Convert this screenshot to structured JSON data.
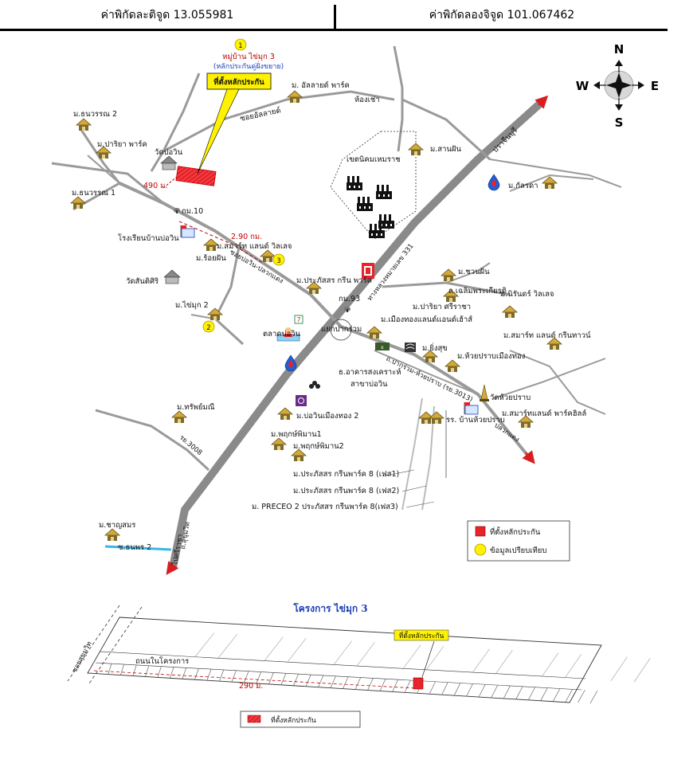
{
  "coords": {
    "lat_label": "ค่าพิกัดละติจูด 13.055981",
    "lon_label": "ค่าพิกัดลองจิจูด 101.067462"
  },
  "compass": {
    "n": "N",
    "s": "S",
    "e": "E",
    "w": "W"
  },
  "marker_1": "1",
  "marker_2": "2",
  "marker_3": "3",
  "callout": {
    "project": "หมู่บ้าน ไข่มุก 3",
    "note": "(หลักประกันคู่ฝั่งขยาย)",
    "box": "ที่ตั้งหลักประกัน"
  },
  "labels": {
    "tanawan2": "ม.ธนวรรณ 2",
    "tanawan1": "ม.ธนวรรณ 1",
    "pariya_park": "ม.ปาริยา พาร์ค",
    "wat_bowin": "วัดบ่อวิน",
    "dist_490": "490 ม.",
    "km10": "กม.10",
    "allied_park": "ม. อัลลายด์ พาร์ค",
    "hong_chao": "ห้องเช่า",
    "soi_allied": "ซอยอัลลายด์",
    "hemaraj": "เขตนิคมเหมราช",
    "san_fan": "ม.สานฝัน",
    "prachinburi": "ปราจีนบุรี",
    "kalrada": "ม.กัลรดา",
    "school_bowin": "โรงเรียนบ้านบ่อวิน",
    "dist_290km": "2.90 กม.",
    "smart_land": "ม.สมาร์ท แลนด์ วิลเลจ",
    "roi_fan": "ม.ร้อยฝัน",
    "soi_bowin": "ซอยบ่อวิน-ปลวกแดง",
    "wat_santi": "วัดสันติศิริ",
    "prapatsorn_green": "ม.ประภัสสร กรีน พาร์ค",
    "hwy331": "ทางหลวงหมายเลข 331",
    "chuan_fan": "ม.ชวนฝัน",
    "chalerm": "ถ.เฉลิมพระเกียรติ",
    "pariya_sriracha": "ม.ปาริยา ศรีราชา",
    "niran_village": "ม.นิรันดร์ วิลเลจ",
    "km93": "กม.93",
    "khai_muk2": "ม.ไข่มุก 2",
    "mueang_thong_land": "ม.เมืองทองแลนด์แอนด์เฮ้าส์",
    "talad_bowin": "ตลาดบ่อวิน",
    "yaek_pak_ruam": "แยกปากร่วม",
    "smart_green_town": "ม.สมาร์ท แลนด์ กรีนทาวน์",
    "ying_suk": "ม.ยิ่งสุข",
    "huai_prap": "ม.ห้วยปราบเมืองทอง",
    "road_huai_prap": "ถ.ปากร่วม-ห้วยปราบ (รย.3013)",
    "gh_bank": "ธ.อาคารสงเคราะห์",
    "gh_branch": "สาขาบ่อวิน",
    "wat_huai_prap": "วัดห้วยปราบ",
    "sap_mani": "ม.ทรัพย์มณี",
    "bowin_mueang_thong2": "ม.บ่อวินเมืองทอง 2",
    "smart_hill": "ม.สมาร์ทแลนด์ พาร์คฮิลล์",
    "school_huai_prap": "รร. บ้านห้วยปราบ",
    "pluak_daeng": "ปลวกแดง",
    "road_3008": "รย.3008",
    "pruek_1": "ม.พฤกษ์พิมาน1",
    "pruek_2": "ม.พฤกษ์พิมาน2",
    "green8_1": "ม.ประภัสสร กรีนพาร์ค 8 (เฟส1)",
    "green8_2": "ม.ประภัสสร กรีนพาร์ค 8 (เฟส2)",
    "preceo": "ม. PRECEO 2 ประภัสสร กรีนพาร์ค 8(เฟส3)",
    "charn_som": "ม.ชาญสมร",
    "sukhumvit": "ถ.สุขุมวิท",
    "thanaphon2": "ซ.ธนพร 2",
    "sriracha": "ไปศรีราชา"
  },
  "legend": {
    "site": "ที่ตั้งหลักประกัน",
    "compare": "ข้อมูลเปรียบเทียบ"
  },
  "plan": {
    "title": "โครงการ ไข่มุก 3",
    "soi_label": "ซอยสุขุมวิท",
    "road_label": "ถนนในโครงการ",
    "dist": "290 ม.",
    "site_tag": "ที่ตั้งหลักประกัน",
    "legend": "ที่ตั้งหลักประกัน"
  },
  "colors": {
    "highway": "#8a8a8a",
    "road": "#9a9a9a",
    "site": "#e8232a",
    "marker": "#fff200",
    "callout_box": "#fff200",
    "house_roof": "#d4a93a",
    "house_body": "#7d6b2a",
    "water": "#38b6e8"
  }
}
